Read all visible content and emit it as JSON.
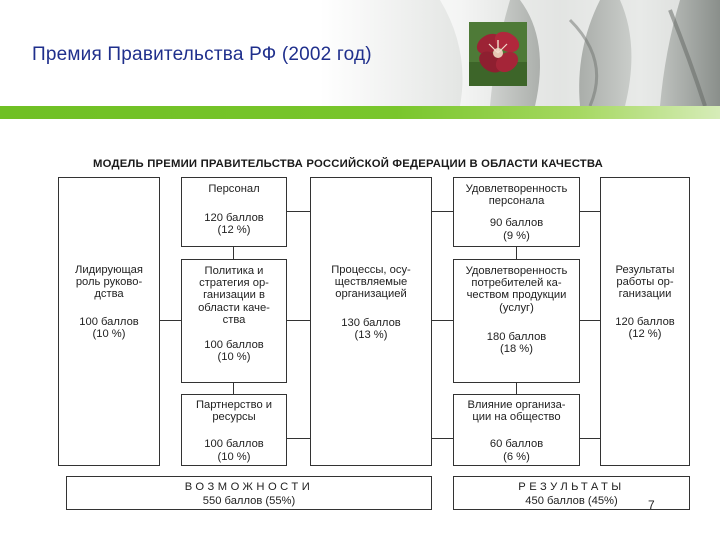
{
  "slide": {
    "title": "Премия Правительства РФ (2002 год)",
    "page_number": "7"
  },
  "diagram": {
    "title": "МОДЕЛЬ ПРЕМИИ ПРАВИТЕЛЬСТВА РОССИЙСКОЙ ФЕДЕРАЦИИ В ОБЛАСТИ КАЧЕСТВА",
    "leadership": {
      "label": "Лидирующая\nроль руково-\nдства",
      "points": "100 баллов\n(10 %)"
    },
    "personnel": {
      "label": "Персонал",
      "points": "120 баллов\n(12 %)"
    },
    "policy": {
      "label": "Политика и\nстратегия ор-\nганизации в\nобласти каче-\nства",
      "points": "100 баллов\n(10 %)"
    },
    "partnership": {
      "label": "Партнерство и\nресурсы",
      "points": "100 баллов\n(10 %)"
    },
    "processes": {
      "label": "Процессы, осу-\nществляемые\nорганизацией",
      "points": "130 баллов\n(13 %)"
    },
    "staff_satisfaction": {
      "label": "Удовлетворенность\nперсонала",
      "points": "90 баллов\n(9 %)"
    },
    "customer_satisfaction": {
      "label": "Удовлетворенность\nпотребителей ка-\nчеством продукции\n(услуг)",
      "points": "180 баллов\n(18 %)"
    },
    "society_impact": {
      "label": "Влияние организа-\nции на общество",
      "points": "60 баллов\n(6 %)"
    },
    "business_results": {
      "label": "Результаты\nработы ор-\nганизации",
      "points": "120 баллов\n(12 %)"
    },
    "enablers": {
      "label": "ВОЗМОЖНОСТИ",
      "points": "550 баллов (55%)"
    },
    "results": {
      "label": "РЕЗУЛЬТАТЫ",
      "points": "450 баллов (45%)"
    }
  },
  "colors": {
    "title_text": "#1f2f8c",
    "green_bar": "#79c62c",
    "box_border": "#333333"
  },
  "icons": [
    "waterfall-image",
    "flower-image"
  ]
}
